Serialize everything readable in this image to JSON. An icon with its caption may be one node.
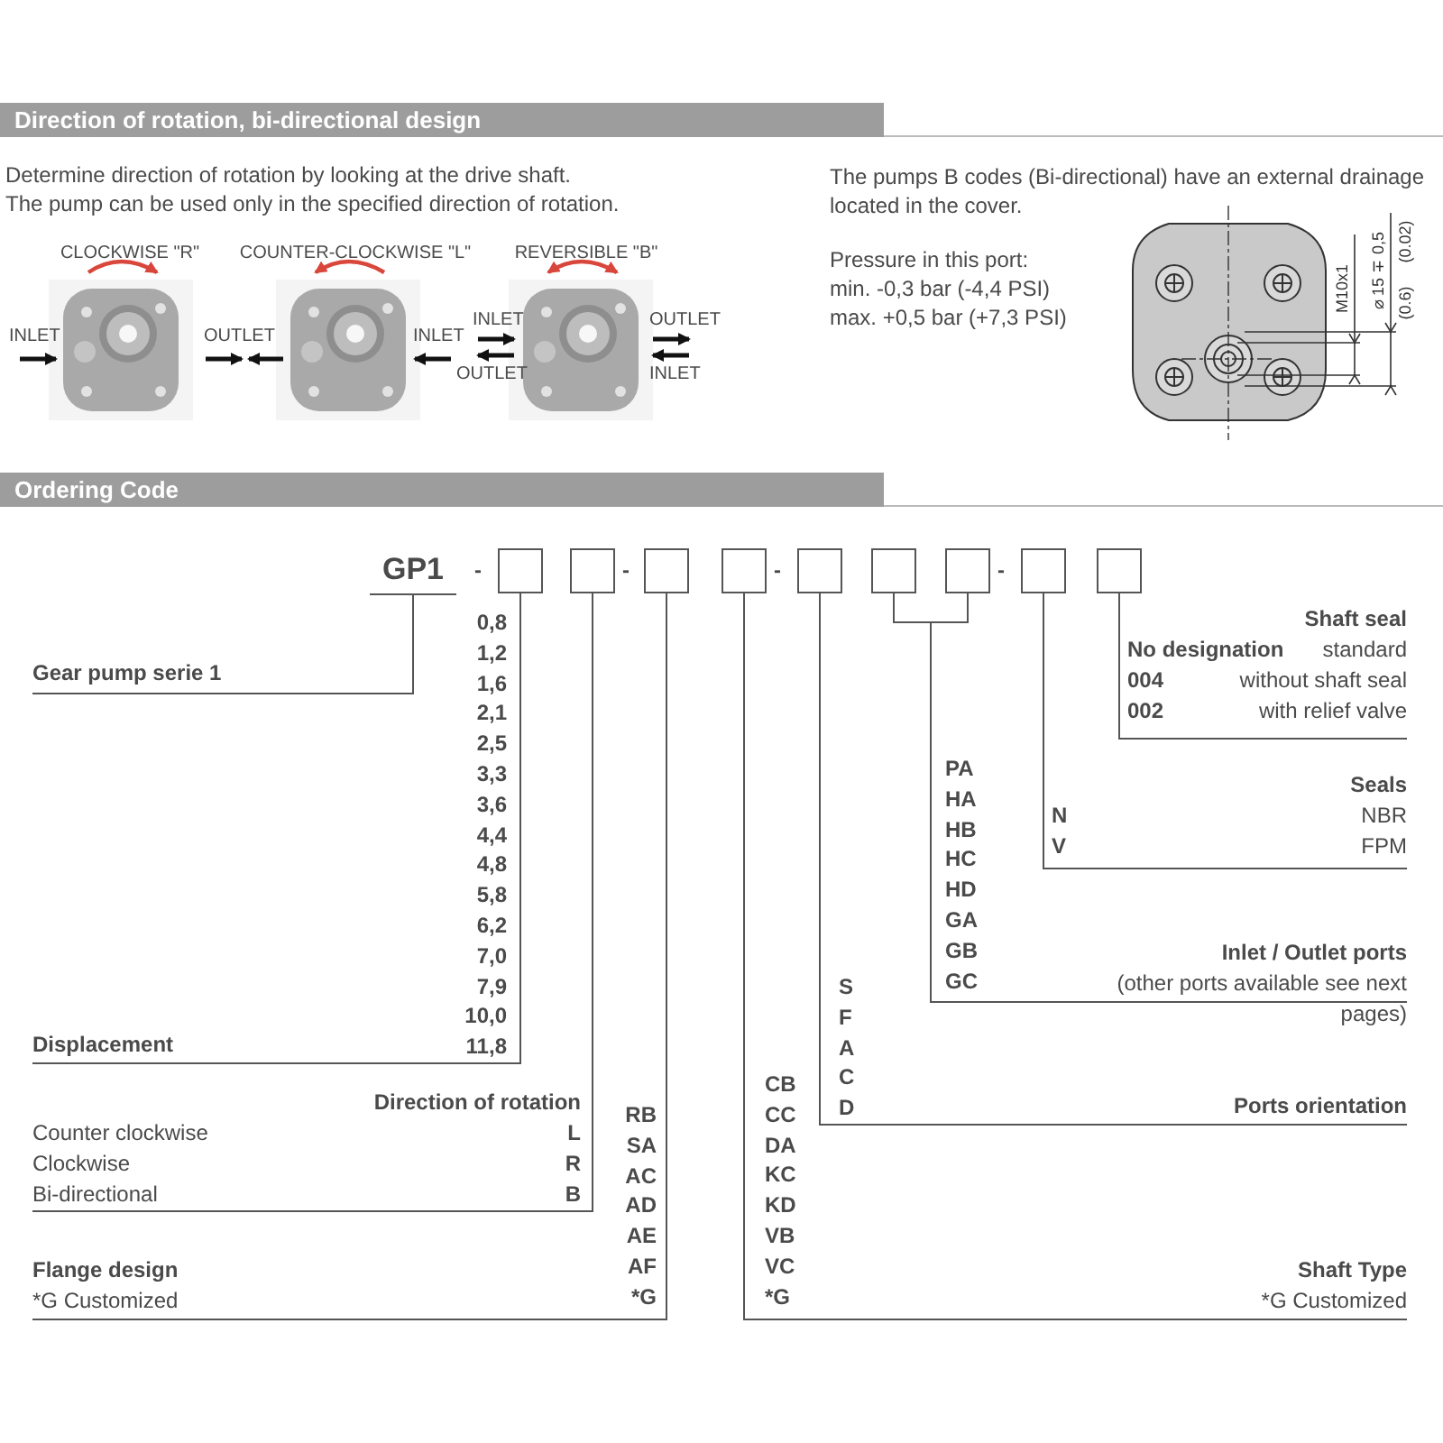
{
  "diagram": {
    "nodes": [
      {
        "text": [
          "Direction of rotation, bi-directional design"
        ]
      },
      {
        "text": [
          "Ordering Code"
        ]
      },
      {
        "text": [
          "GP1"
        ]
      },
      {
        "text": [],
        "shape": "box"
      },
      {
        "text": [],
        "shape": "box"
      },
      {
        "text": [],
        "shape": "box"
      },
      {
        "text": [],
        "shape": "box"
      },
      {
        "text": [],
        "shape": "box"
      },
      {
        "text": [],
        "shape": "box"
      },
      {
        "text": [],
        "shape": "box"
      },
      {
        "text": [],
        "shape": "box"
      },
      {
        "text": [],
        "shape": "box"
      },
      {
        "text": [
          "Gear pump serie 1"
        ]
      },
      {
        "text": [
          "Displacement"
        ]
      },
      {
        "text": [
          "Direction of rotation",
          "Counter clockwise",
          "L",
          "Clockwise",
          "R",
          "Bi-directional",
          "B"
        ]
      },
      {
        "text": [
          "Flange design",
          "*G Customized"
        ]
      },
      {
        "text": [
          "Shaft seal",
          "No designation",
          "standard",
          "004",
          "without shaft seal",
          "002",
          "with relief valve"
        ]
      },
      {
        "text": [
          "Seals",
          "N",
          "NBR",
          "V",
          "FPM"
        ]
      },
      {
        "text": [
          "Inlet / Outlet ports",
          "(other ports available see next pages)"
        ]
      },
      {
        "text": [
          "Ports orientation"
        ]
      },
      {
        "text": [
          "Shaft Type",
          "*G Customized"
        ]
      }
    ],
    "edges": [
      {
        "from": 2,
        "to": 12,
        "arrow": "none"
      },
      {
        "from": 3,
        "to": 13,
        "arrow": "none"
      },
      {
        "from": 4,
        "to": 14,
        "arrow": "none"
      },
      {
        "from": 5,
        "to": 15,
        "arrow": "none"
      },
      {
        "from": 6,
        "to": 20,
        "arrow": "none"
      },
      {
        "from": 7,
        "to": 19,
        "arrow": "none"
      },
      {
        "from": 8,
        "to": 18,
        "arrow": "none"
      },
      {
        "from": 9,
        "to": 18,
        "arrow": "none"
      },
      {
        "from": 10,
        "to": 17,
        "arrow": "none"
      },
      {
        "from": 11,
        "to": 16,
        "arrow": "none"
      }
    ],
    "labels": [
      "Determine direction of rotation by looking at the drive shaft.",
      "The pump can be used only in the specified direction of rotation.",
      "The pumps B codes (Bi-directional) have an external drainage located in the cover.",
      "Pressure in this port:",
      "min. -0,3 bar (-4,4 PSI)",
      "max. +0,5 bar (+7,3 PSI)",
      "CLOCKWISE \"R\"",
      "COUNTER-CLOCKWISE \"L\"",
      "REVERSIBLE \"B\"",
      "M10x1",
      "⌀ 15 ∓ 0,5",
      "(0.6)",
      "(0.02)",
      "INLET",
      "OUTLET",
      "INLET",
      "INLET",
      "OUTLET",
      "OUTLET",
      "INLET",
      "-",
      "-",
      "-",
      "-",
      "0,8",
      "1,2",
      "1,6",
      "2,1",
      "2,5",
      "3,3",
      "3,6",
      "4,4",
      "4,8",
      "5,8",
      "6,2",
      "7,0",
      "7,9",
      "10,0",
      "11,8",
      "RB",
      "SA",
      "AC",
      "AD",
      "AE",
      "AF",
      "*G",
      "CB",
      "CC",
      "DA",
      "KC",
      "KD",
      "VB",
      "VC",
      "*G",
      "S",
      "F",
      "A",
      "C",
      "D",
      "PA",
      "HA",
      "HB",
      "HC",
      "HD",
      "GA",
      "GB",
      "GC"
    ]
  }
}
